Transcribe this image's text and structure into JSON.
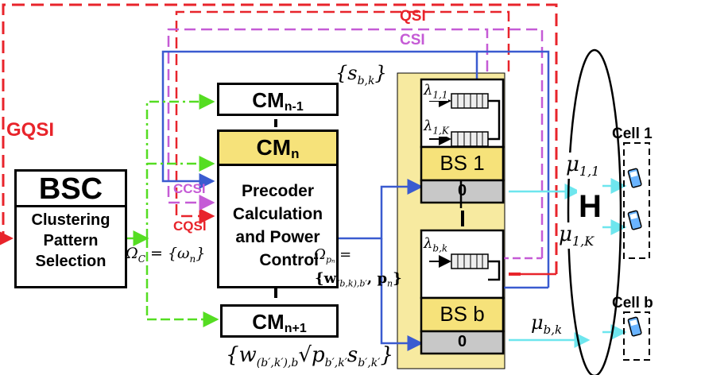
{
  "signals": {
    "qsi": "QSI",
    "csi": "CSI",
    "gqsi": "GQSI",
    "ccsi": "CCSI",
    "cqsi": "CQSI"
  },
  "bsc": {
    "title": "BSC",
    "lines": [
      "Clustering",
      "Pattern",
      "Selection"
    ]
  },
  "cm": {
    "prev": {
      "base": "CM",
      "sub": "n-1"
    },
    "current": {
      "base": "CM",
      "sub": "n"
    },
    "next": {
      "base": "CM",
      "sub": "n+1"
    },
    "body_lines": [
      "Precoder",
      "Calculation",
      "and Power",
      "Control"
    ]
  },
  "bs": {
    "bs1_label": "BS 1",
    "bsb_label": "BS b",
    "antenna_symbol": "0"
  },
  "channel": {
    "label": "H"
  },
  "cells": {
    "cell1": "Cell 1",
    "cellb": "Cell b"
  },
  "math": {
    "s_bk": "{s",
    "s_bk_sub": "b,k",
    "s_bk_close": "}",
    "omega_c": "Ω",
    "omega_c_sub": "C",
    "omega_c_rest": " = {ω",
    "omega_c_rest_sub": "n",
    "omega_c_close": "}",
    "omega_p": "Ω",
    "omega_p_sub": "pₙ",
    "omega_p_eq": " =",
    "omega_p_set": "{w",
    "omega_p_set_sub": "(b,k),b′",
    "omega_p_set_rest": ", p",
    "omega_p_set_rest_sub": "n",
    "omega_p_set_close": "}",
    "bottom_expr": "{w",
    "bottom_expr_sub": "(b′,k′),b",
    "bottom_expr_root": "√p",
    "bottom_expr_root_sub": "b′,k′",
    "bottom_expr_s": "s",
    "bottom_expr_s_sub": "b′,k′",
    "bottom_expr_close": "}",
    "lambda11": "λ",
    "lambda11_sub": "1,1",
    "lambda1K": "λ",
    "lambda1K_sub": "1,K",
    "lambdabk": "λ",
    "lambdabk_sub": "b,k",
    "mu11": "μ",
    "mu11_sub": "1,1",
    "mu1K": "μ",
    "mu1K_sub": "1,K",
    "mubk": "μ",
    "mubk_sub": "b,k"
  },
  "colors": {
    "red": "#e8242b",
    "purple": "#c55bd6",
    "blue": "#3a5bd0",
    "green": "#55dd22",
    "cyan": "#6ee6ee",
    "yellow_bg": "#f7eaa0",
    "yellow_bar": "#f6e27a",
    "gray": "#c8c8c8"
  }
}
